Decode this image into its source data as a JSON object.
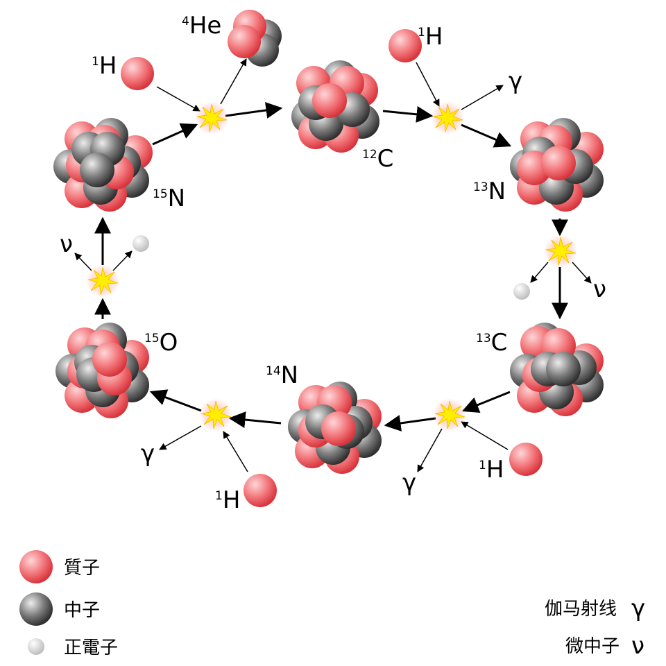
{
  "nuclei": {
    "c12": {
      "mass": "12",
      "symbol": "C"
    },
    "n13": {
      "mass": "13",
      "symbol": "N"
    },
    "c13": {
      "mass": "13",
      "symbol": "C"
    },
    "n14": {
      "mass": "14",
      "symbol": "N"
    },
    "o15": {
      "mass": "15",
      "symbol": "O"
    },
    "n15": {
      "mass": "15",
      "symbol": "N"
    },
    "he4": {
      "mass": "4",
      "symbol": "He"
    }
  },
  "hydrogen": {
    "mass": "1",
    "symbol": "H"
  },
  "gamma_symbol": "γ",
  "neutrino_symbol": "ν",
  "legend": {
    "proton": "質子",
    "neutron": "中子",
    "positron": "正電子",
    "gamma_ray": "伽马射线",
    "neutrino": "微中子"
  },
  "colors": {
    "proton": "#f06a6e",
    "neutron": "#6b6b6b",
    "positron": "#dedede",
    "flash": "#ffee00"
  }
}
